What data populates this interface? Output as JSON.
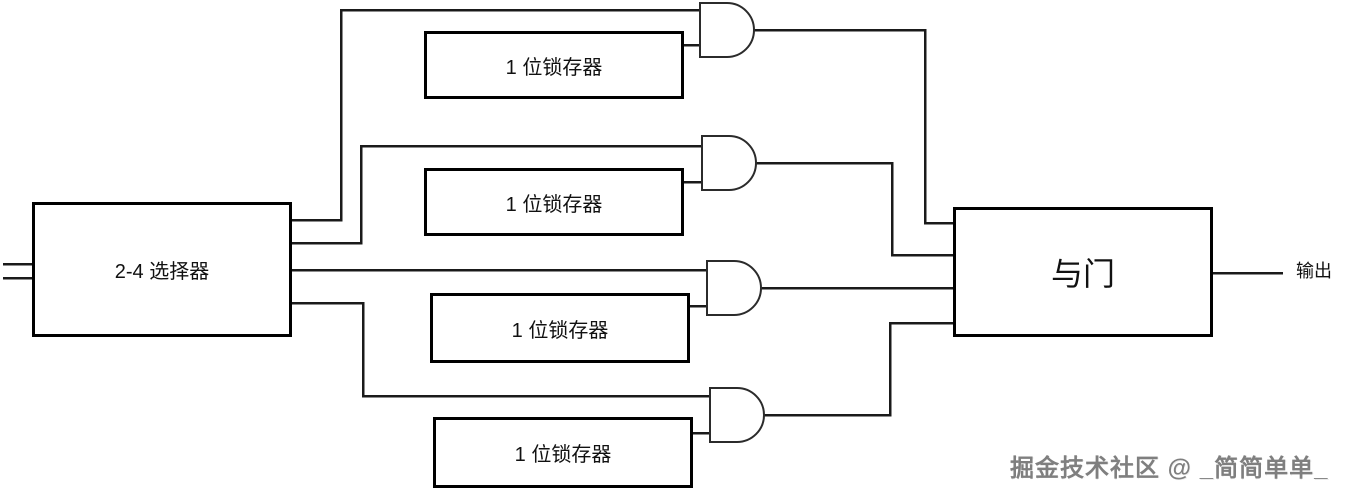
{
  "diagram": {
    "selector_box": {
      "label": "2-4 选择器"
    },
    "latch_boxes": [
      {
        "label": "1 位锁存器"
      },
      {
        "label": "1 位锁存器"
      },
      {
        "label": "1 位锁存器"
      },
      {
        "label": "1 位锁存器"
      }
    ],
    "and_gate_box": {
      "label": "与门"
    },
    "output_label": "输出",
    "and_gate_symbols_count": 4
  },
  "icons": {
    "and_gate_symbol": "D-shape logic AND gate (flat left input edge, semicircular right output edge)"
  },
  "watermark": {
    "text": "掘金技术社区 @ _简简单单_"
  },
  "colors": {
    "background": "#ffffff",
    "wire": "#1a1a1a",
    "box_border": "#000000",
    "box_fill": "#ffffff",
    "text": "#111111",
    "watermark_text": "#7f7f7f"
  }
}
